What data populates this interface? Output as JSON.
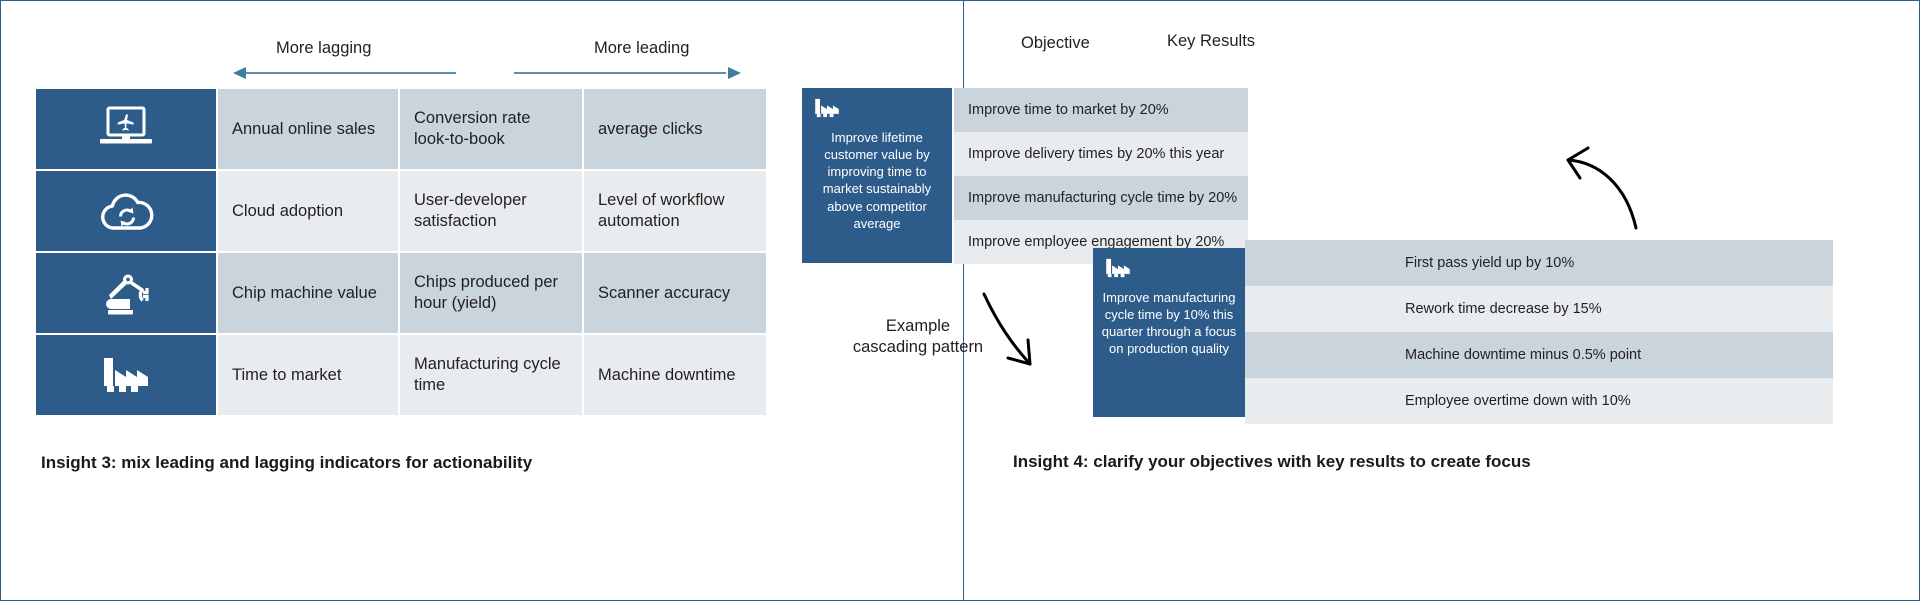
{
  "theme": {
    "brand_blue": "#2e5c8a",
    "row_shade_dark": "#c9d4dd",
    "row_shade_light": "#e9ecee",
    "arrow_blue": "#5b8fb0",
    "text": "#231f20"
  },
  "left_panel": {
    "axis": {
      "lagging_label": "More lagging",
      "leading_label": "More leading"
    },
    "rows": [
      {
        "icon": "laptop-airplane-icon",
        "cells": [
          "Annual online sales",
          "Conversion rate look-to-book",
          "average clicks"
        ]
      },
      {
        "icon": "cloud-sync-icon",
        "cells": [
          "Cloud adoption",
          "User-developer satisfaction",
          "Level of workflow automation"
        ]
      },
      {
        "icon": "robot-arm-icon",
        "cells": [
          "Chip machine value",
          "Chips produced per hour (yield)",
          "Scanner accuracy"
        ]
      },
      {
        "icon": "factory-icon",
        "cells": [
          "Time to market",
          "Manufacturing cycle time",
          "Machine downtime"
        ]
      }
    ],
    "caption": "Insight 3: mix leading and lagging indicators for actionability"
  },
  "right_panel": {
    "headers": {
      "objective": "Objective",
      "key_results": "Key Results"
    },
    "okr_groups": [
      {
        "objective_icon": "factory-icon",
        "objective": "Improve lifetime customer value by improving time to market sustainably above competitor average",
        "key_results": [
          "Improve time to market by 20%",
          "Improve delivery times by 20% this year",
          "Improve manufacturing cycle time by 20%",
          "Improve employee engagement by 20%"
        ]
      },
      {
        "objective_icon": "factory-icon",
        "objective": "Improve manufacturing cycle time by 10% this quarter through a focus on production quality",
        "key_results": [
          "First pass yield up by 10%",
          "Rework time decrease by 15%",
          "Machine downtime minus 0.5% point",
          "Employee overtime down with 10%"
        ]
      }
    ],
    "cascade_label_line1": "Example",
    "cascade_label_line2": "cascading pattern",
    "caption": "Insight 4: clarify your objectives with key results to create focus"
  }
}
